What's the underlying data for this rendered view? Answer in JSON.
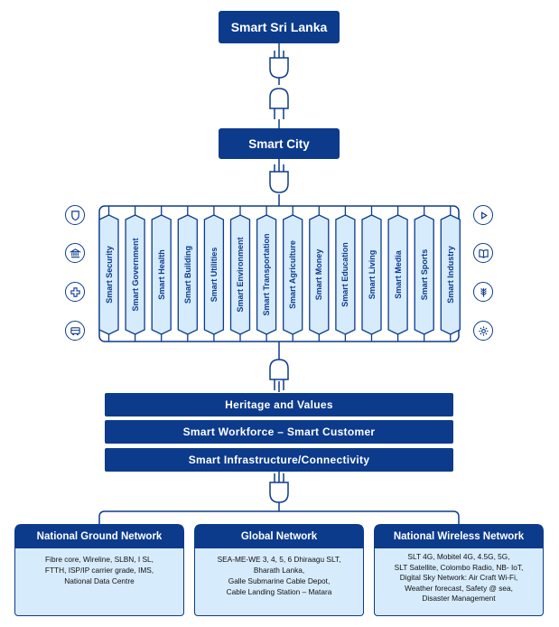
{
  "top": {
    "title": "Smart Sri Lanka"
  },
  "city": {
    "title": "Smart City"
  },
  "pillars": [
    "Smart Security",
    "Smart Government",
    "Smart Health",
    "Smart Building",
    "Smart Utilities",
    "Smart Environment",
    "Smart Transportation",
    "Smart Agriculture",
    "Smart Money",
    "Smart Education",
    "Smart Living",
    "Smart Media",
    "Smart Sports",
    "Smart Industry"
  ],
  "left_icons": [
    "shield-icon",
    "bank-icon",
    "medical-cross-icon",
    "bus-icon"
  ],
  "right_icons": [
    "play-icon",
    "book-icon",
    "wheat-icon",
    "gear-icon"
  ],
  "bands": [
    "Heritage and Values",
    "Smart Workforce – Smart Customer",
    "Smart Infrastructure/Connectivity"
  ],
  "networks": [
    {
      "title": "National Ground Network",
      "lines": [
        "Fibre core, Wireline, SLBN, I SL,",
        "FTTH, ISP/IP carrier grade, IMS,",
        "National Data Centre"
      ]
    },
    {
      "title": "Global Network",
      "lines": [
        "SEA-ME-WE 3, 4, 5, 6 Dhiraagu SLT,",
        "Bharath Lanka,",
        "Galle Submarine Cable Depot,",
        "Cable Landing Station – Matara"
      ]
    },
    {
      "title": "National Wireless Network",
      "lines": [
        "SLT 4G, Mobitel 4G, 4.5G, 5G,",
        "SLT Satellite, Colombo Radio, NB- IoT,",
        "Digital Sky Network: Air Craft Wi-Fi,",
        "Weather forecast, Safety @ sea,",
        "Disaster Management"
      ]
    }
  ],
  "colors": {
    "navy": "#0d3b8c",
    "light_blue": "#d6ebfb",
    "wire": "#0d3b8c"
  }
}
